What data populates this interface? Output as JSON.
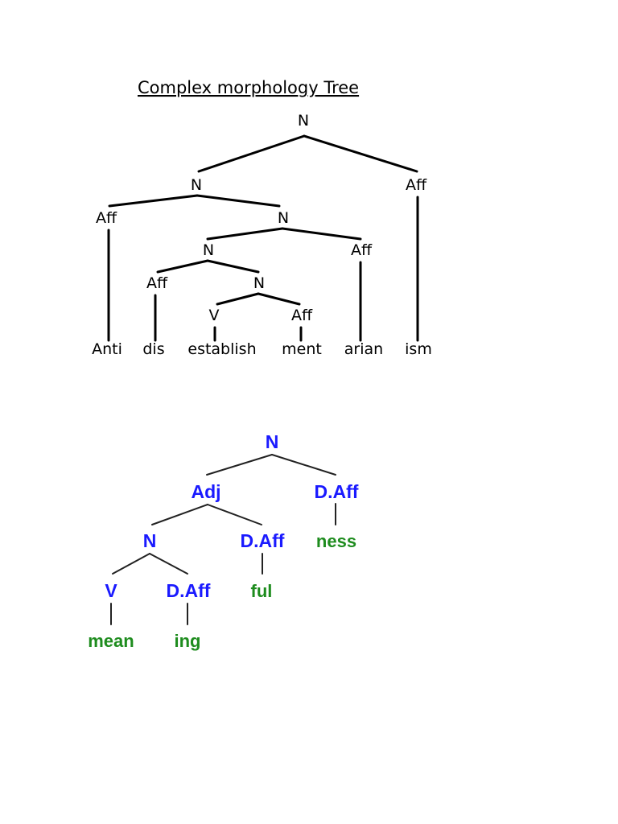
{
  "title": "Complex morphology Tree",
  "colors": {
    "tree1_text": "#000000",
    "tree1_lines": "#000000",
    "tree2_labels": "#1a1aff",
    "tree2_words": "#1e8c1e",
    "tree2_lines": "#222222"
  },
  "tree1": {
    "nodes": [
      {
        "id": "root",
        "label": "N"
      },
      {
        "id": "n1",
        "label": "N"
      },
      {
        "id": "aff_ism",
        "label": "Aff"
      },
      {
        "id": "aff_anti",
        "label": "Aff"
      },
      {
        "id": "n2",
        "label": "N"
      },
      {
        "id": "n3",
        "label": "N"
      },
      {
        "id": "aff_arian",
        "label": "Aff"
      },
      {
        "id": "aff_dis",
        "label": "Aff"
      },
      {
        "id": "n4",
        "label": "N"
      },
      {
        "id": "v_est",
        "label": "V"
      },
      {
        "id": "aff_ment",
        "label": "Aff"
      }
    ],
    "words": [
      "Anti",
      "dis",
      "establish",
      "ment",
      "arian",
      "ism"
    ]
  },
  "tree2": {
    "nodes": [
      {
        "id": "root",
        "label": "N"
      },
      {
        "id": "adj",
        "label": "Adj"
      },
      {
        "id": "daff_ness",
        "label": "D.Aff"
      },
      {
        "id": "n",
        "label": "N"
      },
      {
        "id": "daff_ful",
        "label": "D.Aff"
      },
      {
        "id": "v",
        "label": "V"
      },
      {
        "id": "daff_ing",
        "label": "D.Aff"
      }
    ],
    "words": [
      "mean",
      "ing",
      "ful",
      "ness"
    ]
  }
}
